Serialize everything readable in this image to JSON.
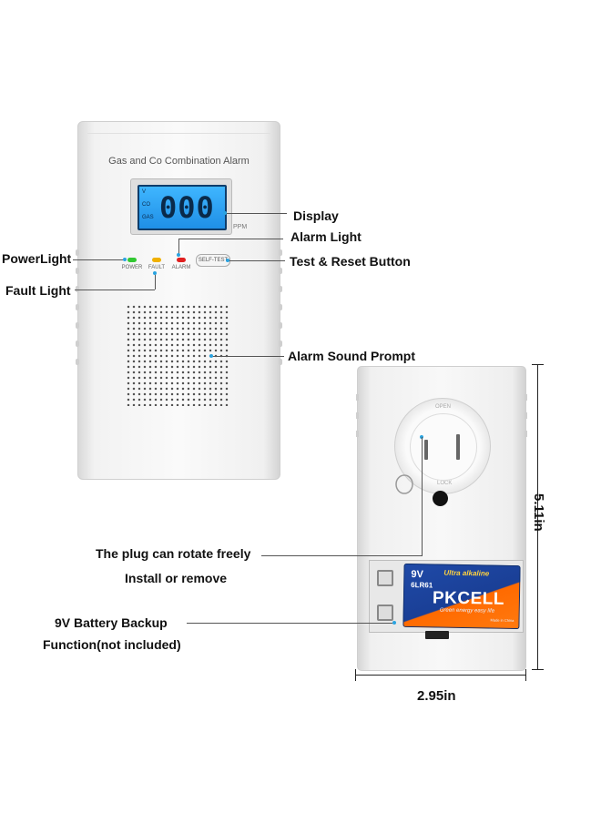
{
  "device_front": {
    "title": "Gas and Co Combination Alarm",
    "lcd_value": "000",
    "lcd_labels": [
      "V",
      "CO",
      "GAS"
    ],
    "ppm_label": "PPM",
    "led_power_label": "POWER",
    "led_fault_label": "FAULT",
    "led_alarm_label": "ALARM",
    "selftest_label": "SELF-TEST",
    "led_colors": {
      "power": "#32c832",
      "fault": "#f0b000",
      "alarm": "#e02020"
    }
  },
  "callouts": {
    "display": "Display",
    "alarm_light": "Alarm Light",
    "power_light": "PowerLight",
    "test_reset": "Test & Reset Button",
    "fault_light": "Fault Light",
    "alarm_sound": "Alarm Sound Prompt",
    "plug_line1": "The plug can rotate freely",
    "plug_line2": "Install or remove",
    "battery_line1": "9V Battery Backup",
    "battery_line2": "Function(not included)"
  },
  "device_back": {
    "dial_open": "OPEN",
    "dial_lock": "LOCK",
    "battery_voltage": "9V",
    "battery_type": "Ultra alkaline",
    "battery_model": "6LR61",
    "battery_brand": "PKCELL",
    "battery_tagline": "Green energy easy life",
    "battery_made": "Made in China"
  },
  "dimensions": {
    "height": "5.11in",
    "width": "2.95in"
  }
}
